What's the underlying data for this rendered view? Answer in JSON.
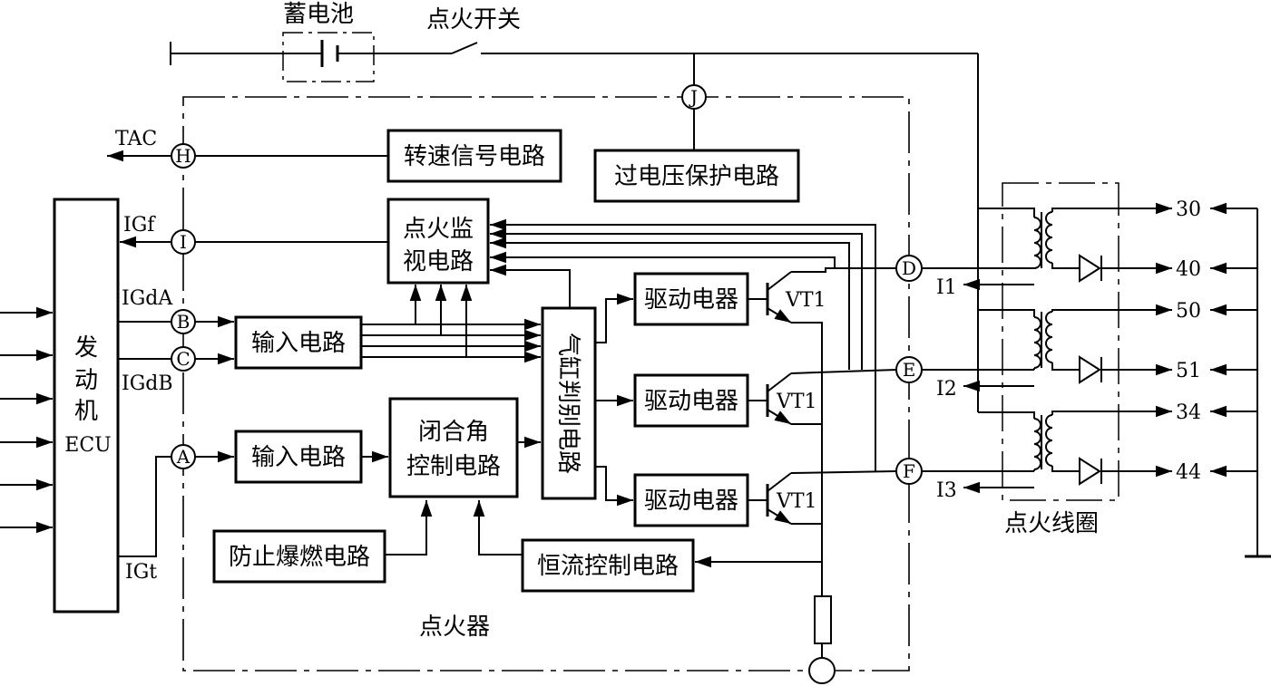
{
  "top": {
    "battery": "蓄电池",
    "ignition_switch": "点火开关"
  },
  "ecu": {
    "line1": "发",
    "line2": "动",
    "line3": "机",
    "line4": "ECU"
  },
  "signals": {
    "tac": "TAC",
    "igf": "IGf",
    "igda": "IGdA",
    "igdb": "IGdB",
    "igt": "IGt"
  },
  "nodes": {
    "h": "H",
    "i": "I",
    "b": "B",
    "c": "C",
    "a": "A",
    "j": "J",
    "d": "D",
    "e": "E",
    "f": "F"
  },
  "blocks": {
    "speed_signal": "转速信号电路",
    "overvoltage": "过电压保护电路",
    "monitor_line1": "点火监",
    "monitor_line2": "视电路",
    "input_bc": "输入电路",
    "input_a": "输入电路",
    "dwell_line1": "闭合角",
    "dwell_line2": "控制电路",
    "cylinder_discrim": "气缸判别电路",
    "driver1": "驱动电器",
    "driver2": "驱动电器",
    "driver3": "驱动电器",
    "knock": "防止爆燃电路",
    "constant_current": "恒流控制电路"
  },
  "transistors": {
    "vt1_top": "VT1",
    "vt1_mid": "VT1",
    "vt1_bot": "VT1"
  },
  "currents": {
    "i1": "I1",
    "i2": "I2",
    "i3": "I3"
  },
  "igniter_label": "点火器",
  "coil_label": "点火线圈",
  "terminals": [
    "30",
    "40",
    "50",
    "51",
    "34",
    "44"
  ]
}
